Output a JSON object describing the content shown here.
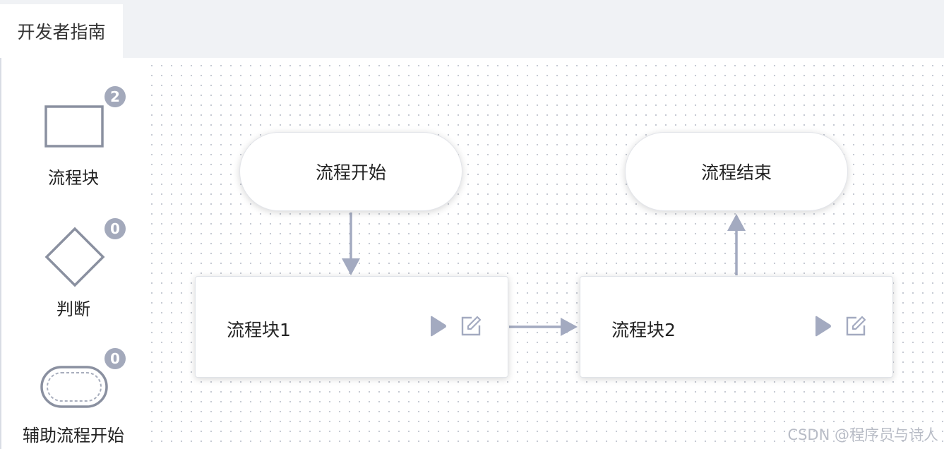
{
  "tabs": [
    {
      "label": "开发者指南"
    }
  ],
  "palette": {
    "items": [
      {
        "label": "流程块",
        "count": "2",
        "icon": "rectangle-shape-icon"
      },
      {
        "label": "判断",
        "count": "0",
        "icon": "diamond-shape-icon"
      },
      {
        "label": "辅助流程开始",
        "count": "0",
        "icon": "rounded-pill-shape-icon"
      }
    ]
  },
  "canvas": {
    "nodes": {
      "start": {
        "label": "流程开始"
      },
      "end": {
        "label": "流程结束"
      },
      "block1": {
        "label": "流程块1"
      },
      "block2": {
        "label": "流程块2"
      }
    }
  },
  "colors": {
    "connector": "#a3aac0",
    "badge": "#a3a9bb",
    "shape_stroke": "#8a90a0",
    "icon": "#a3aac0"
  },
  "watermark": "CSDN @程序员与诗人"
}
